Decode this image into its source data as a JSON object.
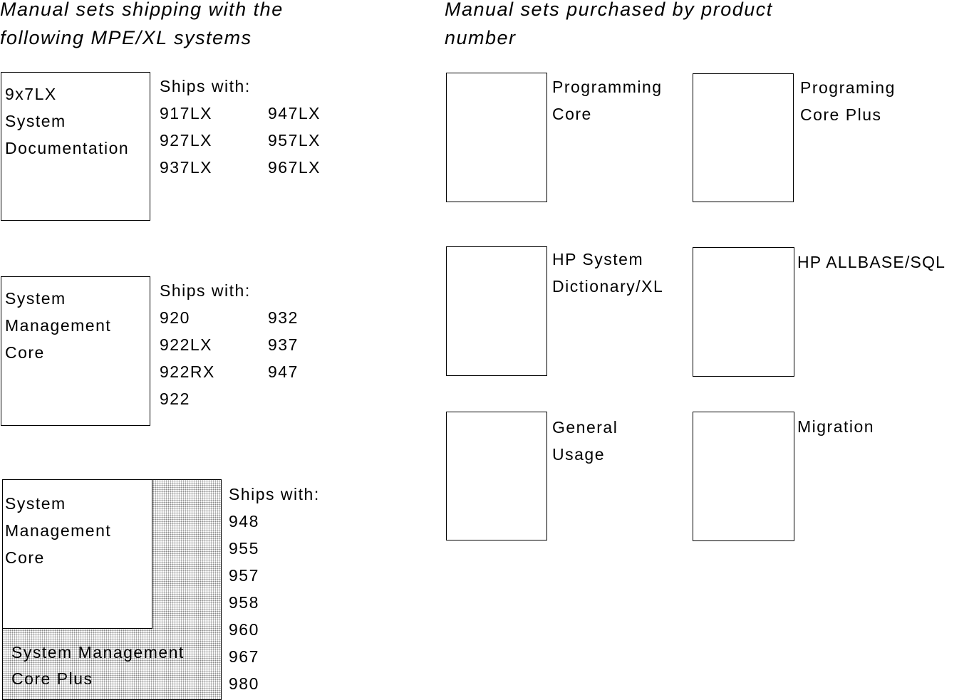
{
  "left_heading": [
    "Manual sets shipping with the",
    "following MPE/XL systems"
  ],
  "right_heading": [
    "Manual sets purchased by product",
    "number"
  ],
  "ships_label": "Ships with:",
  "set1": {
    "box_lines": [
      "9x7LX",
      "System",
      "Documentation"
    ],
    "systems_col1": [
      "917LX",
      "927LX",
      "937LX"
    ],
    "systems_col2": [
      "947LX",
      "957LX",
      "967LX"
    ]
  },
  "set2": {
    "box_lines": [
      "System",
      "Management",
      "Core"
    ],
    "systems_col1": [
      "920",
      "922LX",
      "922RX",
      "922"
    ],
    "systems_col2": [
      "932",
      "937",
      "947"
    ]
  },
  "set3": {
    "inner_box_lines": [
      "System",
      "Management",
      "Core"
    ],
    "outer_box_lines": [
      "System Management",
      "Core Plus"
    ],
    "systems": [
      "948",
      "955",
      "957",
      "958",
      "960",
      "967",
      "980"
    ]
  },
  "products": [
    {
      "lines": [
        "Programming",
        "Core"
      ]
    },
    {
      "lines": [
        "Programing",
        "Core Plus"
      ]
    },
    {
      "lines": [
        "HP System",
        "Dictionary/XL"
      ]
    },
    {
      "lines": [
        "HP ALLBASE/SQL"
      ]
    },
    {
      "lines": [
        "General",
        "Usage"
      ]
    },
    {
      "lines": [
        "Migration"
      ]
    }
  ]
}
